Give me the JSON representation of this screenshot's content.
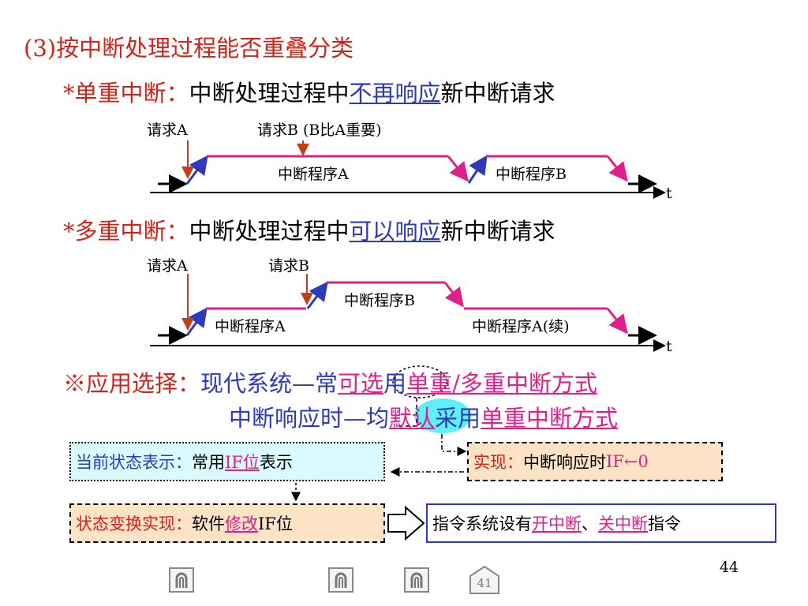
{
  "title": "(3)按中断处理过程能否重叠分类",
  "single": {
    "label": "*单重中断：",
    "text1": "中断处理过程中",
    "link": "不再响应",
    "text2": "新中断请求",
    "req_a": "请求A",
    "req_b": "请求B (B比A重要)",
    "prog_a": "中断程序A",
    "prog_b": "中断程序B",
    "t": "t"
  },
  "multi": {
    "label": "*多重中断：",
    "text1": "中断处理过程中",
    "link": "可以响应",
    "text2": "新中断请求",
    "req_a": "请求A",
    "req_b": "请求B",
    "prog_b": "中断程序B",
    "prog_a": "中断程序A",
    "prog_a_cont": "中断程序A(续)",
    "t": "t"
  },
  "apply": {
    "label": "※应用选择：",
    "line1_text1": "现代系统—常",
    "line1_hl": "可选",
    "line1_text2": "用",
    "line1_link": "单重/多重中断方式",
    "line2_text1": "中断响应时—均",
    "line2_hl": "默认",
    "line2_text2": "采用",
    "line2_link": "单重中断方式"
  },
  "box_state": {
    "label": "当前状态表示：",
    "text1": "常用",
    "link": "IF位",
    "text2": "表示"
  },
  "box_impl": {
    "label": "实现：",
    "text1": "中断响应时",
    "value": "IF←0"
  },
  "box_change": {
    "label": "状态变换实现：",
    "text1": "软件",
    "link": "修改",
    "text2": "IF位"
  },
  "box_instr": {
    "text1": "指令系统设有",
    "link1": "开中断",
    "sep": "、",
    "link2": "关中断",
    "text2": "指令"
  },
  "page_number": "44",
  "nav": {
    "back_page": "41"
  }
}
